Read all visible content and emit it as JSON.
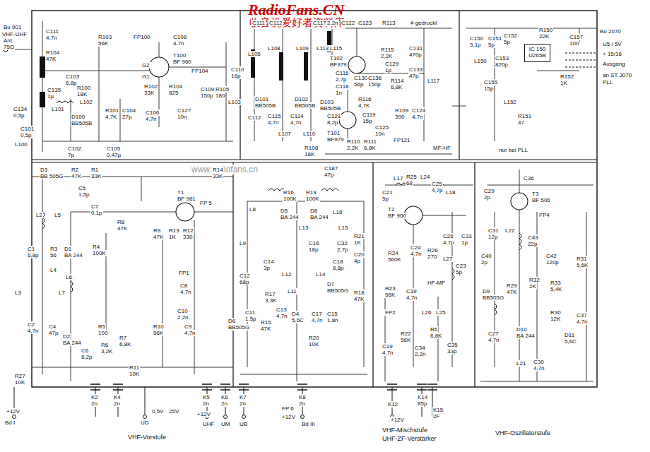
{
  "diagram": {
    "nodes": [
      {
        "text": [
          "IC 150",
          "U265B"
        ]
      }
    ],
    "labels": [
      "RadioFans.CN",
      "收音机爱好者资料库",
      "www.radiofans.cn",
      "Bu 901",
      "VHF-UHF",
      "Ant.",
      "75Ω",
      "C111",
      "4,7n",
      "R104",
      "47K",
      "C103",
      "6,8p",
      "R103",
      "56K",
      "FP100",
      "C108",
      "4,7n",
      "T100",
      "BF 960",
      "G2",
      "G1",
      "FP104",
      "C110",
      "16p",
      "R100",
      "18K",
      "R102",
      "33K",
      "R104",
      "825",
      "C109",
      "150p",
      "R105",
      "180",
      "L103",
      "C135",
      "1µ",
      "C134",
      "0,5p",
      "L101",
      "L102",
      "D100",
      "BB505B",
      "R101",
      "4,7K",
      "C104",
      "27p",
      "C106",
      "4,7n",
      "C127",
      "10n",
      "C101",
      "0,5p",
      "L100",
      "C102",
      "7p",
      "C105",
      "0,47µ",
      "C111",
      "C112",
      "C117",
      "2,2n",
      "C122",
      "C123",
      "R113",
      "# gedruckt",
      "L105",
      "L108",
      "L109",
      "L113",
      "L115",
      "D101",
      "BB505B",
      "D102",
      "BB505B",
      "C112",
      "C115",
      "4,7n",
      "C114",
      "4,7n",
      "L107",
      "L110",
      "R108",
      "18K",
      "C116",
      "2,7p",
      "C118",
      "1n",
      "D103",
      "BB505B",
      "T102",
      "BF979",
      "R115",
      "2,2K",
      "C129",
      "1p",
      "C131",
      "470p",
      "C133",
      "47p",
      "C130",
      "56p",
      "C136",
      "150p",
      "R114",
      "6,8K",
      "L117",
      "C121",
      "8,2p",
      "R116",
      "4,7K",
      "T101",
      "BF979",
      "C119",
      "15p",
      "C125",
      "10n",
      "R109",
      "390",
      "C124",
      "4,7n",
      "R110",
      "2,2K",
      "R111",
      "6,8K",
      "FP121",
      "MF-HF",
      "C187",
      "47p",
      "C150",
      "5,1p",
      "C151",
      "5p",
      "C152",
      "5p",
      "R150",
      "22K",
      "C157",
      "10n",
      "L150",
      "C153",
      "820p",
      "R152",
      "1K",
      "C155",
      "15p",
      "L152",
      "R151",
      "47",
      "Bu 2070",
      "U5 / 5V",
      "+ 15/16",
      "Ausgang",
      "an ST 3070",
      "PLL",
      "nur bei PLL",
      "D3",
      "BB 505G",
      "R2",
      "47K",
      "R1",
      "33K",
      "R14",
      "33K",
      "C5",
      "1,5p",
      "L2",
      "L5",
      "C7",
      "0,1p",
      "T1",
      "BF 961",
      "FP 5",
      "R8",
      "47K",
      "R9",
      "47K",
      "R13",
      "1K",
      "R12",
      "330",
      "C1",
      "6,8p",
      "R3",
      "56",
      "D1",
      "BA 244",
      "R4",
      "100K",
      "L4",
      "L6",
      "L3",
      "L7",
      "C2",
      "4,7n",
      "C4",
      "47p",
      "D2",
      "BA 244",
      "C6",
      "8,2p",
      "R5",
      "100",
      "R6",
      "3,2K",
      "R7",
      "6,8K",
      "FP1",
      "C8",
      "4,7n",
      "C10",
      "2,2n",
      "R10",
      "56K",
      "C9",
      "4,7n",
      "R11",
      "10K",
      "R27",
      "10K",
      "R16",
      "100K",
      "R19",
      "100K",
      "D5",
      "BA 244",
      "D8",
      "BA 244",
      "L8",
      "L9",
      "L13",
      "L16",
      "L15",
      "C16",
      "18p",
      "C32",
      "2,7p",
      "C14",
      "3p",
      "C18",
      "6,8p",
      "L12",
      "L14",
      "L11",
      "C12",
      "68p",
      "R17",
      "3,3K",
      "R18",
      "47K",
      "D7",
      "BB505G",
      "D6",
      "BB505G",
      "C11",
      "1,5p",
      "R15",
      "47K",
      "C13",
      "4,7n",
      "D4",
      "5,6C",
      "C17",
      "4,7n",
      "C15",
      "1,8n",
      "R20",
      "10K",
      "R21",
      "1K",
      "C20",
      "4p",
      "C21",
      "5p",
      "L17",
      "R25",
      "68",
      "L24",
      "C25",
      "4,7p",
      "L18",
      "T2",
      "BF 900",
      "R24",
      "560K",
      "C24",
      "4,7n",
      "R26",
      "270",
      "C26",
      "4,7p",
      "C33",
      "1p",
      "L27",
      "C23",
      "5p",
      "HF-MF",
      "R23",
      "56K",
      "C39",
      "4,7n",
      "L26",
      "L25",
      "FP2",
      "R22",
      "56K",
      "C19",
      "4,7n",
      "C34",
      "2,2n",
      "R6",
      "6,8K",
      "C35",
      "33p",
      "C29",
      "2p",
      "C36",
      "T3",
      "BF 506",
      "FP4",
      "C31",
      "12p",
      "L22",
      "C43",
      "22p",
      "C40",
      "2p",
      "C42",
      "120p",
      "R31",
      "5,6K",
      "D9",
      "BB505G",
      "R29",
      "47K",
      "R32",
      "2K",
      "R33",
      "5,4K",
      "R30",
      "12K",
      "C37",
      "4,7n",
      "C27",
      "4,7n",
      "D10",
      "BA 244",
      "D11",
      "5,6C",
      "L21",
      "C30",
      "4,7n",
      "K2",
      "2n",
      "K4",
      "2n",
      "K5",
      "2n",
      "K6",
      "2n",
      "K7",
      "2n",
      "K8",
      "2n",
      "FP 6",
      "K12",
      "K14",
      "85p",
      "K15",
      "2F",
      "+12V",
      "Bd I",
      "UD",
      "0,5V",
      "25V",
      "+12V",
      "UHF",
      "UM",
      "UB",
      "+12V",
      "Bd III",
      "+12V",
      "VHF-Vorstufe",
      "VHF-Mischstufe",
      "UHF-ZF-Verstärker",
      "VHF-Oszillatorstufe"
    ]
  }
}
